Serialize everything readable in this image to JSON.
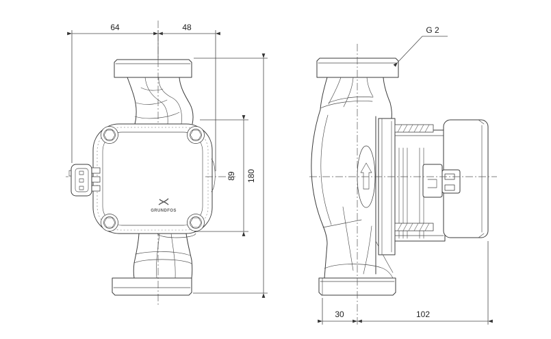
{
  "drawing": {
    "title": "pump-dimensional-drawing",
    "labels": {
      "dim_top_left": "64",
      "dim_top_right": "48",
      "dim_overall_height": "180",
      "dim_body_height": "89",
      "dim_bottom_offset": "30",
      "dim_bottom_depth": "102",
      "port_thread": "G 2",
      "logo": "GRUNDFOS"
    },
    "icons": {
      "flow_direction": "up-arrow-icon",
      "logo_mark": "grundfos-propeller-icon"
    },
    "colors": {
      "line": "#3a3a3a",
      "dimension_line": "#474747",
      "text": "#1e1e1e",
      "background": "#ffffff"
    }
  }
}
